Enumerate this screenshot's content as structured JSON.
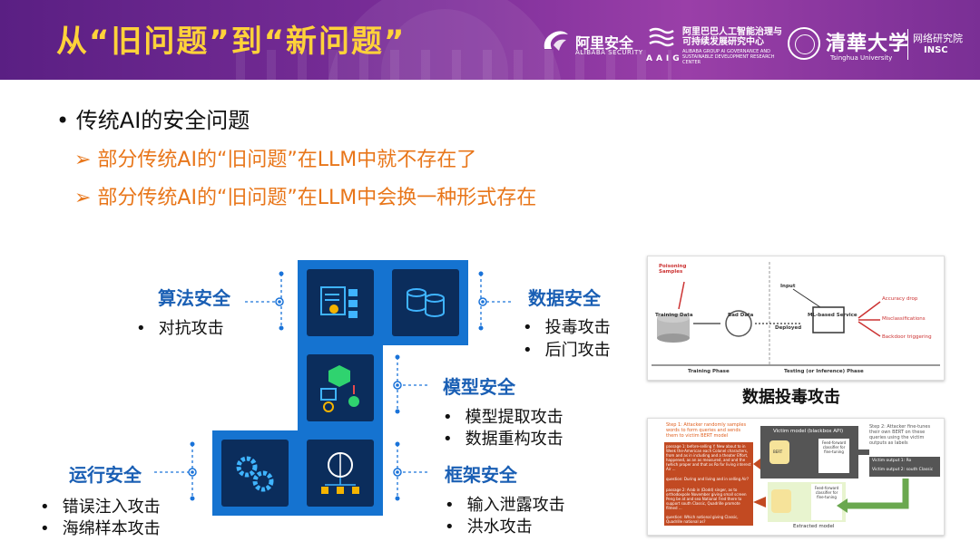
{
  "header": {
    "title": "从“旧问题”到“新问题”",
    "alibaba_security_cn": "阿里安全",
    "alibaba_security_en": "ALIBABA SECURITY",
    "aaig_label": "AAIG",
    "aaig_cn": "阿里巴巴人工智能治理与可持续发展研究中心",
    "aaig_en": "ALIBABA GROUP AI GOVERNANCE AND SUSTAINABLE DEVELOPMENT RESEARCH CENTER",
    "tsinghua_cn": "清華大学",
    "tsinghua_en": "Tsinghua University",
    "insc_cn": "网络研究院",
    "insc_en": "INSC"
  },
  "content": {
    "main_bullet": "•  传统AI的安全问题",
    "sub_bullets": [
      "➢  部分传统AI的“旧问题”在LLM中就不存在了",
      "➢  部分传统AI的“旧问题”在LLM中会换一种形式存在"
    ]
  },
  "categories": {
    "algorithm": {
      "title": "算法安全",
      "items": [
        "对抗攻击"
      ]
    },
    "data": {
      "title": "数据安全",
      "items": [
        "投毒攻击",
        "后门攻击"
      ]
    },
    "model": {
      "title": "模型安全",
      "items": [
        "模型提取攻击",
        "数据重构攻击"
      ]
    },
    "runtime": {
      "title": "运行安全",
      "items": [
        "错误注入攻击",
        "海绵样本攻击"
      ]
    },
    "framework": {
      "title": "框架安全",
      "items": [
        "输入泄露攻击",
        "洪水攻击"
      ]
    }
  },
  "figure1": {
    "caption": "数据投毒攻击",
    "poisoning": "Poisoning Samples",
    "training_data": "Training Data",
    "bad_data": "Bad Data",
    "input": "Input",
    "deployed": "Deployed",
    "service": "ML-based Service",
    "out1": "Accuracy drop",
    "out2": "Misclassifications",
    "out3": "Backdoor triggering",
    "phase1": "Training Phase",
    "phase2": "Testing (or Inference) Phase"
  },
  "figure2": {
    "step1": "Step 1: Attacker randomly samples words to form queries and sends them to victim BERT model",
    "passage1": "passage 1: before-selling Y. New about to in Week the-American each Colonel characters, from and as in including and a theater Effort, happened, as an as measured, and and the (which proper and that as Ro for living interest Air ...",
    "question1": "question: During and living and in selling Air?",
    "passage2": "passage 2: Arab in (Dodd) singer, as to orthodoxpole November giving small screen Peng be at and sea National Fred there to support south Classic, Quadrille promote filmed ...",
    "question2": "question: Which national giving Classic, Quadrille national as?",
    "victim": "Victim model (blackbox API)",
    "step2": "Step 2: Attacker fine-tunes their own BERT on these queries using the victim outputs as labels",
    "ffc": "Feed-forward classifier for fine-tuning",
    "bert": "BERT",
    "victim_out1": "Victim output 1: Ro",
    "victim_out2": "Victim output 2: south Classic",
    "extracted": "Extracted model"
  }
}
